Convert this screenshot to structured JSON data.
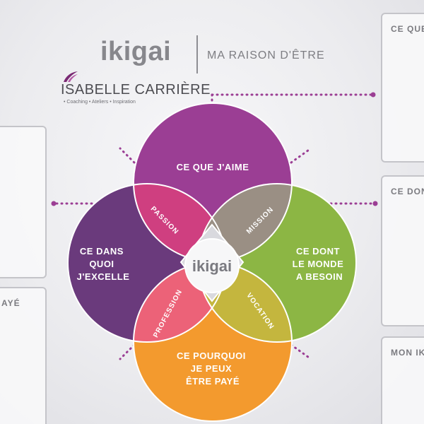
{
  "header": {
    "title": "ikigai",
    "subtitle": "MA RAISON D'ÊTRE",
    "brand": "ISABELLE CARRIÈRE",
    "tagline": "• Coaching • Ateliers • Inspiration"
  },
  "side_boxes": {
    "right_top": "CE QUE",
    "right_middle": "CE DON",
    "right_bottom": "MON IK",
    "left_bottom": "AYÉ"
  },
  "diagram": {
    "center_label": "ikigai",
    "circles": {
      "top": [
        "CE QUE J'AIME"
      ],
      "left": [
        "CE DANS",
        "QUOI",
        "J'EXCELLE"
      ],
      "right": [
        "CE DONT",
        "LE MONDE",
        "A BESOIN"
      ],
      "bottom": [
        "CE POURQUOI",
        "JE PEUX",
        "ÊTRE PAYÉ"
      ]
    },
    "petals": {
      "passion": "PASSION",
      "mission": "MISSION",
      "profession": "PROFESSION",
      "vocation": "VOCATION"
    },
    "colors": {
      "top": "#9b3e94",
      "left": "#6a3a7c",
      "right": "#8cb644",
      "bottom": "#f39a2e",
      "passion": "#cf3f80",
      "mission": "#9a8f84",
      "profession": "#ec6278",
      "vocation": "#c4b63e",
      "dots": "#9b3e94"
    }
  }
}
